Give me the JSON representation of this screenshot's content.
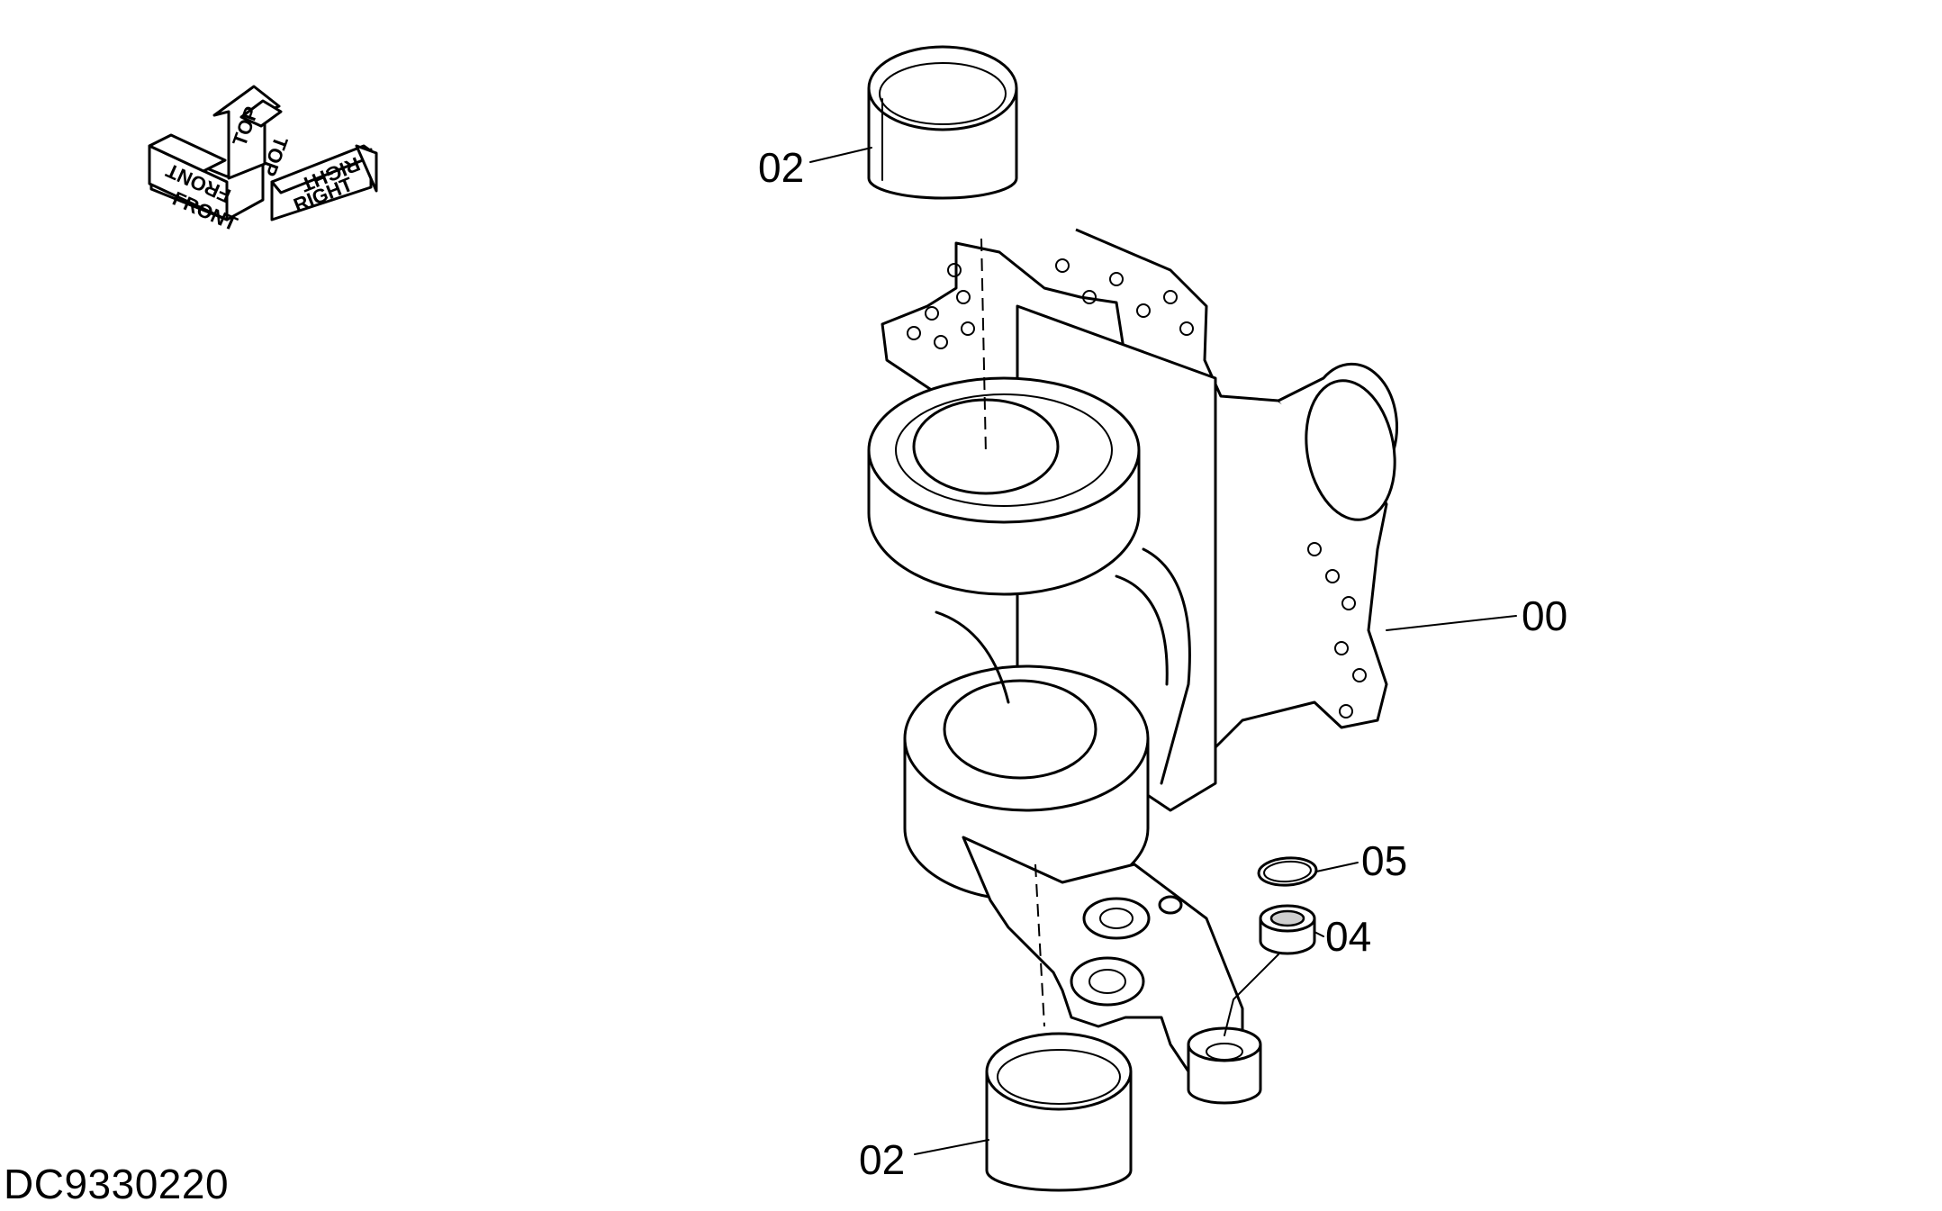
{
  "drawing_code": "DC9330220",
  "orientation_indicator": {
    "labels": [
      "FRONT",
      "FRONT",
      "TOP",
      "TOP",
      "RIGHT",
      "RIGHT"
    ]
  },
  "callouts": {
    "bushing_top": "02",
    "bushing_bottom": "02",
    "knuckle_body": "00",
    "snap_ring": "05",
    "spherical_bearing": "04"
  }
}
